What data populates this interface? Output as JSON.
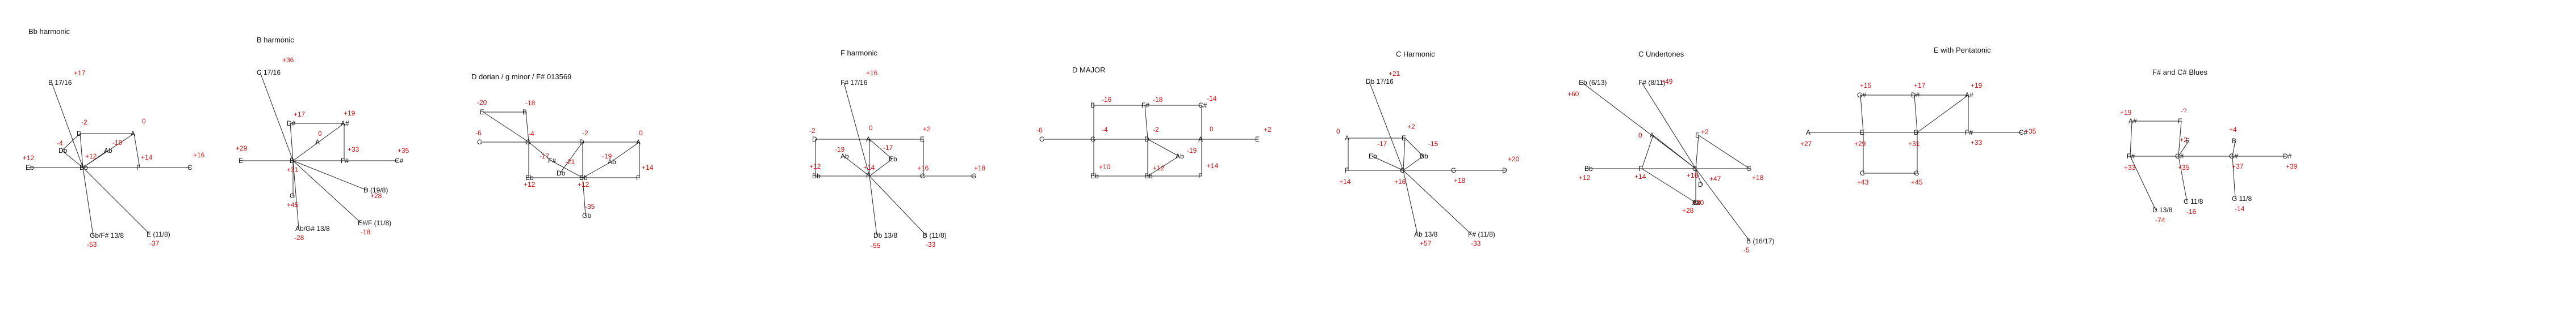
{
  "colors": {
    "note": "#111111",
    "cents": "#cc1111",
    "edge": "#222222",
    "background": "#ffffff"
  },
  "diagrams": [
    {
      "title": "Bb harmonic",
      "notes": [
        {
          "label": "B  17/16",
          "cents": "+17"
        },
        {
          "label": "D",
          "cents": "-2"
        },
        {
          "label": "A",
          "cents": "0"
        },
        {
          "label": "Ab",
          "cents": "-19"
        },
        {
          "label": "Db",
          "cents": "-4"
        },
        {
          "label": "Eb",
          "cents": "+12"
        },
        {
          "label": "Bb",
          "cents": "+12"
        },
        {
          "label": "F",
          "cents": "+14"
        },
        {
          "label": "C",
          "cents": "+16"
        },
        {
          "label": "Gb/F# 13/8",
          "cents": "-53"
        },
        {
          "label": "E  (11/8)",
          "cents": "-37"
        }
      ]
    },
    {
      "title": "B harmonic",
      "notes": [
        {
          "label": "C  17/16",
          "cents": "+36"
        },
        {
          "label": "D#",
          "cents": "+17"
        },
        {
          "label": "A#",
          "cents": "+19"
        },
        {
          "label": "A",
          "cents": "0"
        },
        {
          "label": "E",
          "cents": "+29"
        },
        {
          "label": "B",
          "cents": "+31"
        },
        {
          "label": "F#",
          "cents": "+33"
        },
        {
          "label": "C#",
          "cents": "+35"
        },
        {
          "label": "G",
          "cents": "+45"
        },
        {
          "label": "D  (19/8)",
          "cents": "+28"
        },
        {
          "label": "Ab/G# 13/8",
          "cents": "-28"
        },
        {
          "label": "E#/F  (11/8)",
          "cents": "-18"
        }
      ]
    },
    {
      "title": "D dorian / g minor / F# 013569",
      "notes": [
        {
          "label": "E",
          "cents": "-20"
        },
        {
          "label": "B",
          "cents": "-18"
        },
        {
          "label": "C",
          "cents": "-6"
        },
        {
          "label": "G",
          "cents": "-4"
        },
        {
          "label": "D",
          "cents": "-2"
        },
        {
          "label": "A",
          "cents": "0"
        },
        {
          "label": "F#",
          "cents": "-17"
        },
        {
          "label": "Db",
          "cents": "-21"
        },
        {
          "label": "Ab",
          "cents": "-19"
        },
        {
          "label": "F",
          "cents": "+14"
        },
        {
          "label": "Eb",
          "cents": "+12"
        },
        {
          "label": "Bb",
          "cents": "+12"
        },
        {
          "label": "Gb",
          "cents": "-35"
        }
      ]
    },
    {
      "title": "F harmonic",
      "notes": [
        {
          "label": "F#  17/16",
          "cents": "+16"
        },
        {
          "label": "D",
          "cents": "-2"
        },
        {
          "label": "A",
          "cents": "0"
        },
        {
          "label": "E",
          "cents": "+2"
        },
        {
          "label": "Ab",
          "cents": "-19"
        },
        {
          "label": "Eb",
          "cents": "-17"
        },
        {
          "label": "Bb",
          "cents": "+12"
        },
        {
          "label": "F",
          "cents": "+14"
        },
        {
          "label": "C",
          "cents": "+16"
        },
        {
          "label": "G",
          "cents": "+18"
        },
        {
          "label": "Db 13/8",
          "cents": "-55"
        },
        {
          "label": "B  (11/8)",
          "cents": "-33"
        }
      ]
    },
    {
      "title": "D MAJOR",
      "notes": [
        {
          "label": "B",
          "cents": "-16"
        },
        {
          "label": "F#",
          "cents": "-18"
        },
        {
          "label": "C#",
          "cents": "-14"
        },
        {
          "label": "C",
          "cents": "-6"
        },
        {
          "label": "G",
          "cents": "-4"
        },
        {
          "label": "D",
          "cents": "-2"
        },
        {
          "label": "A",
          "cents": "0"
        },
        {
          "label": "E",
          "cents": "+2"
        },
        {
          "label": "Ab",
          "cents": "-19"
        },
        {
          "label": "Eb",
          "cents": "+10"
        },
        {
          "label": "Bb",
          "cents": "+12"
        },
        {
          "label": "F",
          "cents": "+14"
        }
      ]
    },
    {
      "title": "C Harmonic",
      "notes": [
        {
          "label": "Db  17/16",
          "cents": "+21"
        },
        {
          "label": "A",
          "cents": "0"
        },
        {
          "label": "E",
          "cents": "+2"
        },
        {
          "label": "Eb",
          "cents": "-17"
        },
        {
          "label": "Bb",
          "cents": "-15"
        },
        {
          "label": "F",
          "cents": "+14"
        },
        {
          "label": "C",
          "cents": "+16"
        },
        {
          "label": "G",
          "cents": "+18"
        },
        {
          "label": "D",
          "cents": "+20"
        },
        {
          "label": "Ab 13/8",
          "cents": "+57"
        },
        {
          "label": "F#  (11/8)",
          "cents": "-33"
        }
      ]
    },
    {
      "title": "C Undertones",
      "notes": [
        {
          "label": "Eb  (6/13)",
          "cents": "+60"
        },
        {
          "label": "F#  (8/11)",
          "cents": "+49"
        },
        {
          "label": "A",
          "cents": "0"
        },
        {
          "label": "E",
          "cents": "+2"
        },
        {
          "label": "Bb",
          "cents": "+12"
        },
        {
          "label": "F",
          "cents": "+14"
        },
        {
          "label": "C",
          "cents": "+16"
        },
        {
          "label": "G",
          "cents": "+18"
        },
        {
          "label": "D",
          "cents": "+47"
        },
        {
          "label": "C#",
          "cents": "+28"
        },
        {
          "label": "Ab",
          "cents": "+30"
        },
        {
          "label": "B  (16/17)",
          "cents": "-5"
        }
      ]
    },
    {
      "title": "E with  Pentatonic",
      "notes": [
        {
          "label": "G#",
          "cents": "+15"
        },
        {
          "label": "D#",
          "cents": "+17"
        },
        {
          "label": "A#",
          "cents": "+19"
        },
        {
          "label": "A",
          "cents": "+27"
        },
        {
          "label": "E",
          "cents": "+29"
        },
        {
          "label": "B",
          "cents": "+31"
        },
        {
          "label": "F#",
          "cents": "+33"
        },
        {
          "label": "C#",
          "cents": "+35"
        },
        {
          "label": "C",
          "cents": "+43"
        },
        {
          "label": "G",
          "cents": "+45"
        }
      ]
    },
    {
      "title": "F# and C#  Blues",
      "notes": [
        {
          "label": "A#",
          "cents": "+19"
        },
        {
          "label": "F",
          "cents": "-?"
        },
        {
          "label": "E",
          "cents": "+2"
        },
        {
          "label": "B",
          "cents": "+4"
        },
        {
          "label": "F#",
          "cents": "+33"
        },
        {
          "label": "C#",
          "cents": "+35"
        },
        {
          "label": "G#",
          "cents": "+37"
        },
        {
          "label": "D#",
          "cents": "+39"
        },
        {
          "label": "D  13/8",
          "cents": "-74"
        },
        {
          "label": "C  11/8",
          "cents": "-16"
        },
        {
          "label": "G  11/8",
          "cents": "-14"
        }
      ]
    }
  ]
}
